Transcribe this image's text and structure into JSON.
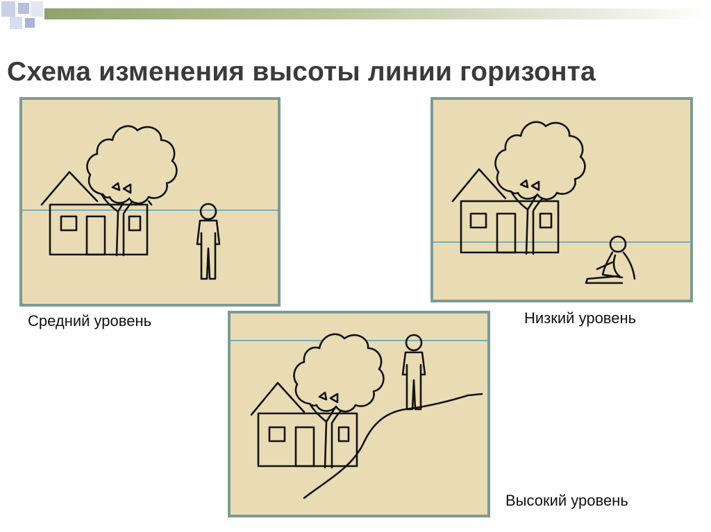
{
  "slide": {
    "title": "Схема изменения высоты линии горизонта"
  },
  "panels": [
    {
      "id": "medium",
      "caption": "Средний уровень"
    },
    {
      "id": "low",
      "caption": "Низкий уровень"
    },
    {
      "id": "high",
      "caption": "Высокий уровень"
    }
  ],
  "colors": {
    "paper": "#e9dcb4",
    "frame": "#7d9a94",
    "horizon": "#4f9fbf",
    "ink": "#111111",
    "title": "#3a3a3a",
    "topbar": "#8fa36b"
  }
}
